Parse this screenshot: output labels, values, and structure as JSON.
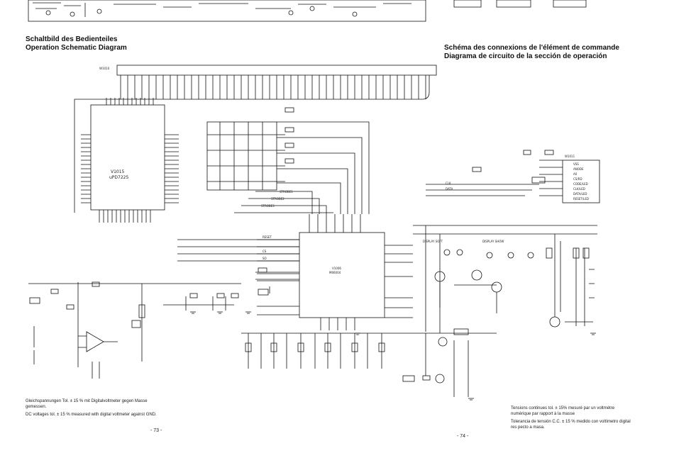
{
  "titles": {
    "left_line1": "Schaltbild des Bedienteiles",
    "left_line2": "Operation Schematic Diagram",
    "right_line1": "Schéma des connexions de l'élément de commande",
    "right_line2": "Diagrama de circuito de la sección de operación"
  },
  "notes": {
    "left_de": "Gleichspannungen Tol. ± 15 % mit Digitalvoltmeter gegen Masse gemessen.",
    "left_en": "DC voltages tol. ± 15 % measured with digital voltmeter against GND.",
    "right_fr": "Tensions continues tol. ± 15% mesuré par un voltmètre numérique par rapport à la masse",
    "right_es": "Tolerancia de tensión C.C. ± 15 % medido con voltímetro digital res pecto a masa."
  },
  "pages": {
    "left": "- 73 -",
    "right": "- 74 -"
  },
  "components": {
    "cpu_ref": "V1015",
    "cpu_part": "uPD7225",
    "driver_ref": "V1006",
    "driver_part": "M66004",
    "connector_top": "W1010",
    "connector_right": "W1011",
    "led_label": "DISPLAY SOFT",
    "led_label2": "DISPLAY SHOW",
    "strobe1": "STROBE1",
    "strobe2": "STROBE2",
    "strobe3": "STROBE3",
    "reset": "RESET",
    "clk": "CLK",
    "data": "DATA",
    "cs": "CS",
    "so": "SO",
    "right_pins": [
      "VSS",
      "ANODE",
      "A0",
      "CS/RD",
      "CODE/LED",
      "CLK/LED",
      "DATA/LED",
      "RESET/LED"
    ]
  }
}
